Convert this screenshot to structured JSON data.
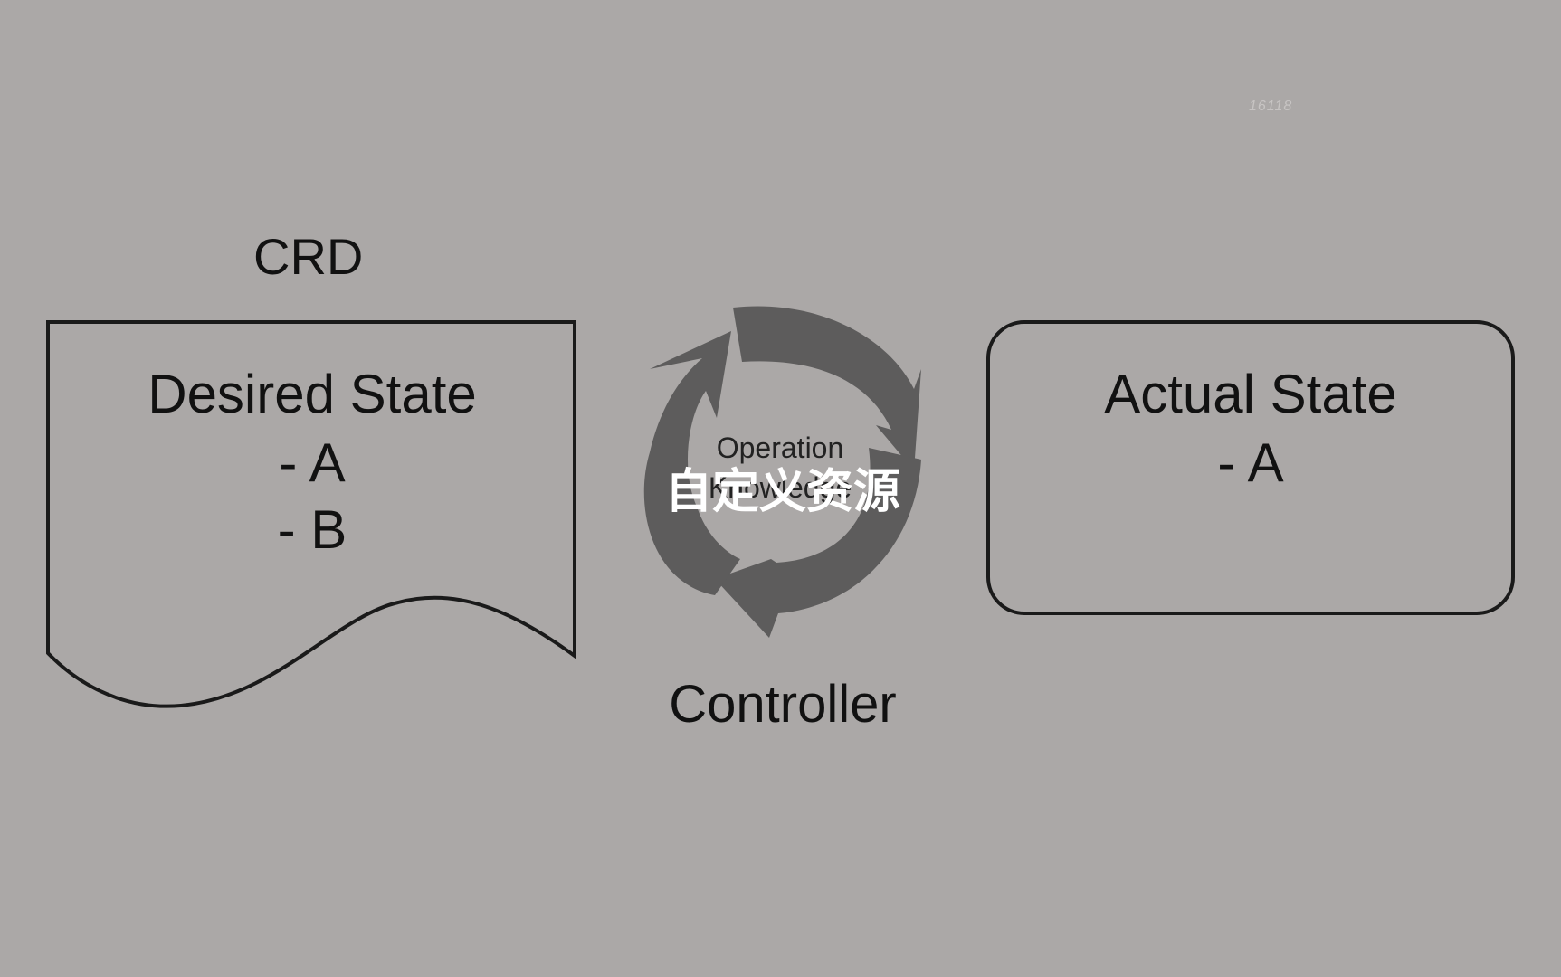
{
  "watermark": "16118",
  "crd": {
    "title": "CRD",
    "doc_title": "Desired State",
    "items": [
      "- A",
      "- B"
    ]
  },
  "controller": {
    "inner_lines": [
      "Operation",
      "Knowledge"
    ],
    "title": "Controller"
  },
  "actual": {
    "title": "Actual State",
    "items": [
      "- A"
    ]
  },
  "subtitle": "自定义资源",
  "colors": {
    "background": "#aba8a7",
    "stroke": "#1a1a1a",
    "cycle_arrows": "#5d5c5c",
    "subtitle": "#ffffff"
  }
}
